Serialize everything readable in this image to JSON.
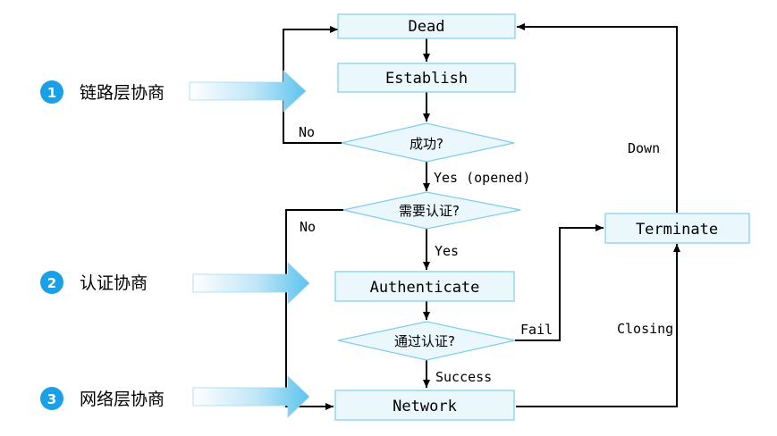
{
  "colors": {
    "box_fill": "#eaf7fd",
    "box_stroke": "#7fcdec",
    "line": "#000000",
    "badge": "#1aa0e6",
    "badge_text": "#ffffff",
    "arrow_fill_start": "#ffffff",
    "arrow_fill_end": "#5cc3ee"
  },
  "nodes": {
    "dead": "Dead",
    "establish": "Establish",
    "success_check": "成功?",
    "auth_required": "需要认证?",
    "authenticate": "Authenticate",
    "auth_passed": "通过认证?",
    "network": "Network",
    "terminate": "Terminate"
  },
  "edge_labels": {
    "no_1": "No",
    "yes_opened": "Yes (opened)",
    "no_2": "No",
    "yes": "Yes",
    "fail": "Fail",
    "success": "Success",
    "down": "Down",
    "closing": "Closing"
  },
  "phases": [
    {
      "number": "1",
      "label": "链路层协商"
    },
    {
      "number": "2",
      "label": "认证协商"
    },
    {
      "number": "3",
      "label": "网络层协商"
    }
  ]
}
